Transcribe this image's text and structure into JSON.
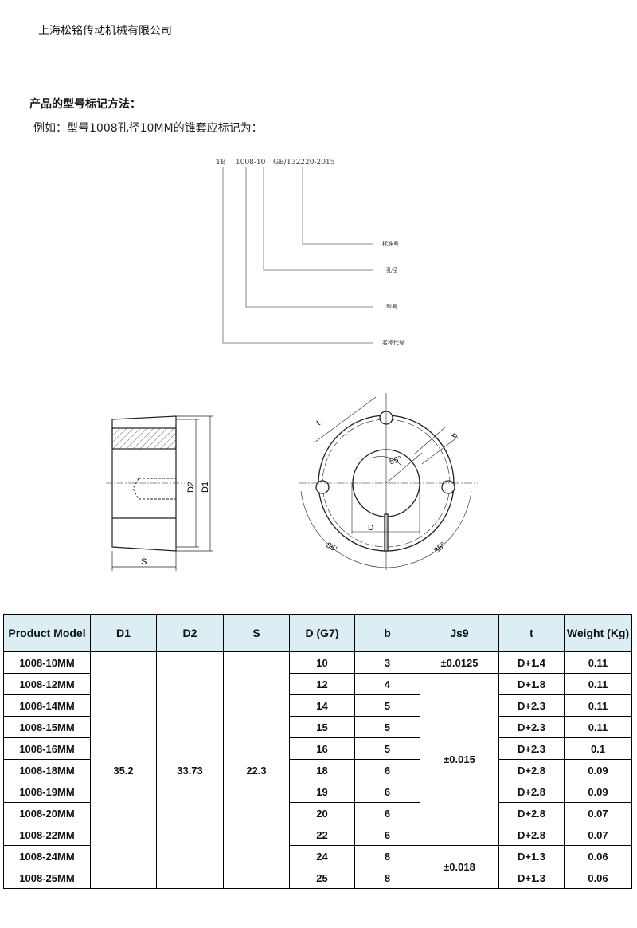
{
  "company": "上海松铭传动机械有限公司",
  "section_title": "产品的型号标记方法：",
  "example": "例如：型号1008孔径10MM的锥套应标记为：",
  "marking": {
    "code_tb": "TB",
    "code_model": "1008-10",
    "code_std": "GB/T32220-2015",
    "labels": [
      "标准号",
      "孔径",
      "型号",
      "名称代号"
    ]
  },
  "drawing": {
    "side_labels": [
      "D2",
      "D1",
      "S"
    ],
    "front_labels": [
      "t",
      "b",
      "55°",
      "D",
      "85°",
      "85°"
    ]
  },
  "table": {
    "headers": [
      "Product Model",
      "D1",
      "D2",
      "S",
      "D (G7)",
      "b",
      "Js9",
      "t",
      "Weight (Kg)"
    ],
    "shared": {
      "d1": "35.2",
      "d2": "33.73",
      "s": "22.3"
    },
    "js9_groups": [
      {
        "value": "±0.0125",
        "rows": 1
      },
      {
        "value": "±0.015",
        "rows": 8
      },
      {
        "value": "±0.018",
        "rows": 2
      }
    ],
    "rows": [
      {
        "model": "1008-10MM",
        "d": "10",
        "b": "3",
        "t": "D+1.4",
        "weight": "0.11"
      },
      {
        "model": "1008-12MM",
        "d": "12",
        "b": "4",
        "t": "D+1.8",
        "weight": "0.11"
      },
      {
        "model": "1008-14MM",
        "d": "14",
        "b": "5",
        "t": "D+2.3",
        "weight": "0.11"
      },
      {
        "model": "1008-15MM",
        "d": "15",
        "b": "5",
        "t": "D+2.3",
        "weight": "0.11"
      },
      {
        "model": "1008-16MM",
        "d": "16",
        "b": "5",
        "t": "D+2.3",
        "weight": "0.1"
      },
      {
        "model": "1008-18MM",
        "d": "18",
        "b": "6",
        "t": "D+2.8",
        "weight": "0.09"
      },
      {
        "model": "1008-19MM",
        "d": "19",
        "b": "6",
        "t": "D+2.8",
        "weight": "0.09"
      },
      {
        "model": "1008-20MM",
        "d": "20",
        "b": "6",
        "t": "D+2.8",
        "weight": "0.07"
      },
      {
        "model": "1008-22MM",
        "d": "22",
        "b": "6",
        "t": "D+2.8",
        "weight": "0.07"
      },
      {
        "model": "1008-24MM",
        "d": "24",
        "b": "8",
        "t": "D+1.3",
        "weight": "0.06"
      },
      {
        "model": "1008-25MM",
        "d": "25",
        "b": "8",
        "t": "D+1.3",
        "weight": "0.06"
      }
    ]
  }
}
